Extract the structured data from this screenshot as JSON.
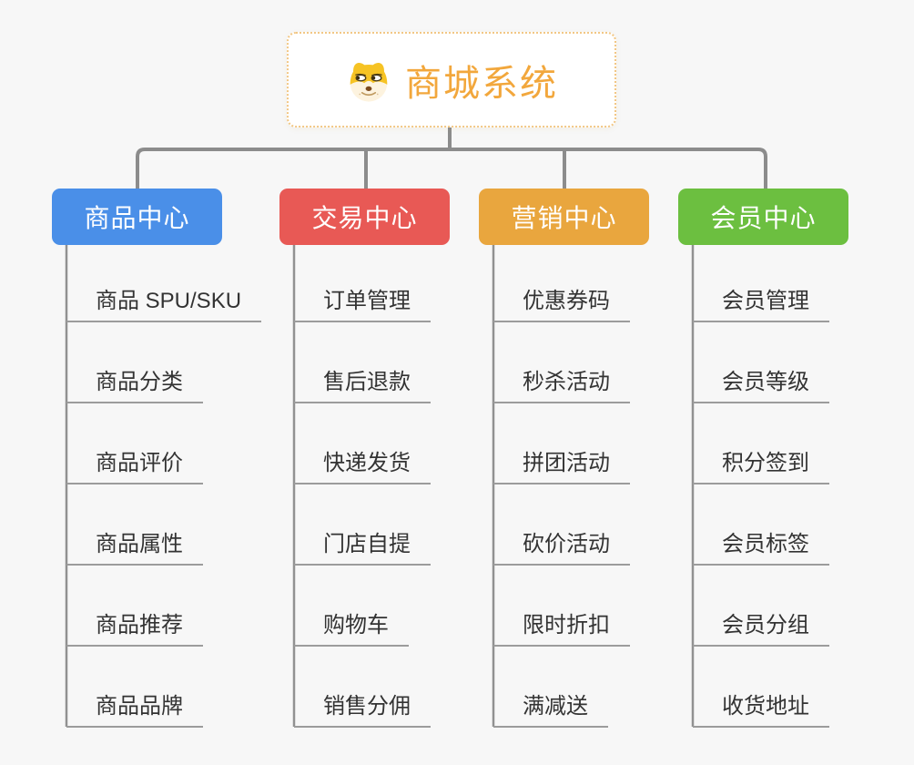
{
  "root": {
    "title": "商城系统",
    "icon": "doge-icon"
  },
  "branches": [
    {
      "label": "商品中心",
      "color": "#4a8fe8",
      "children": [
        "商品 SPU/SKU",
        "商品分类",
        "商品评价",
        "商品属性",
        "商品推荐",
        "商品品牌"
      ]
    },
    {
      "label": "交易中心",
      "color": "#e85955",
      "children": [
        "订单管理",
        "售后退款",
        "快递发货",
        "门店自提",
        "购物车",
        "销售分佣"
      ]
    },
    {
      "label": "营销中心",
      "color": "#e9a63e",
      "children": [
        "优惠券码",
        "秒杀活动",
        "拼团活动",
        "砍价活动",
        "限时折扣",
        "满减送"
      ]
    },
    {
      "label": "会员中心",
      "color": "#6cbf40",
      "children": [
        "会员管理",
        "会员等级",
        "积分签到",
        "会员标签",
        "会员分组",
        "收货地址"
      ]
    }
  ],
  "colors": {
    "canvas_background": "#f7f7f7",
    "root_title": "#f2a73c",
    "root_border": "#f2c785",
    "connector": "#8c8c8c",
    "child_underline": "#9c9c9c",
    "child_text": "#333333"
  }
}
